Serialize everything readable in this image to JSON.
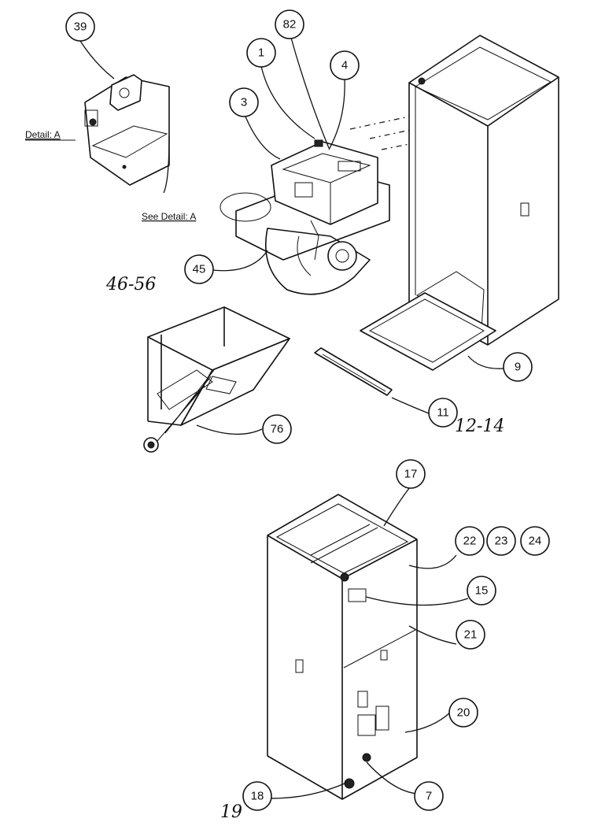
{
  "callouts": {
    "c39": "39",
    "c82": "82",
    "c1": "1",
    "c4": "4",
    "c3": "3",
    "c45": "45",
    "c9": "9",
    "c11": "11",
    "c76": "76",
    "c17": "17",
    "c22": "22",
    "c23": "23",
    "c24": "24",
    "c15": "15",
    "c21": "21",
    "c20": "20",
    "c18": "18",
    "c7": "7"
  },
  "notes": {
    "detail_a": "Detail: A",
    "see_detail_a": "See Detail: A"
  },
  "handwritten": {
    "range_46_56": "46-56",
    "range_12_14": "12-14",
    "num_19": "19"
  }
}
